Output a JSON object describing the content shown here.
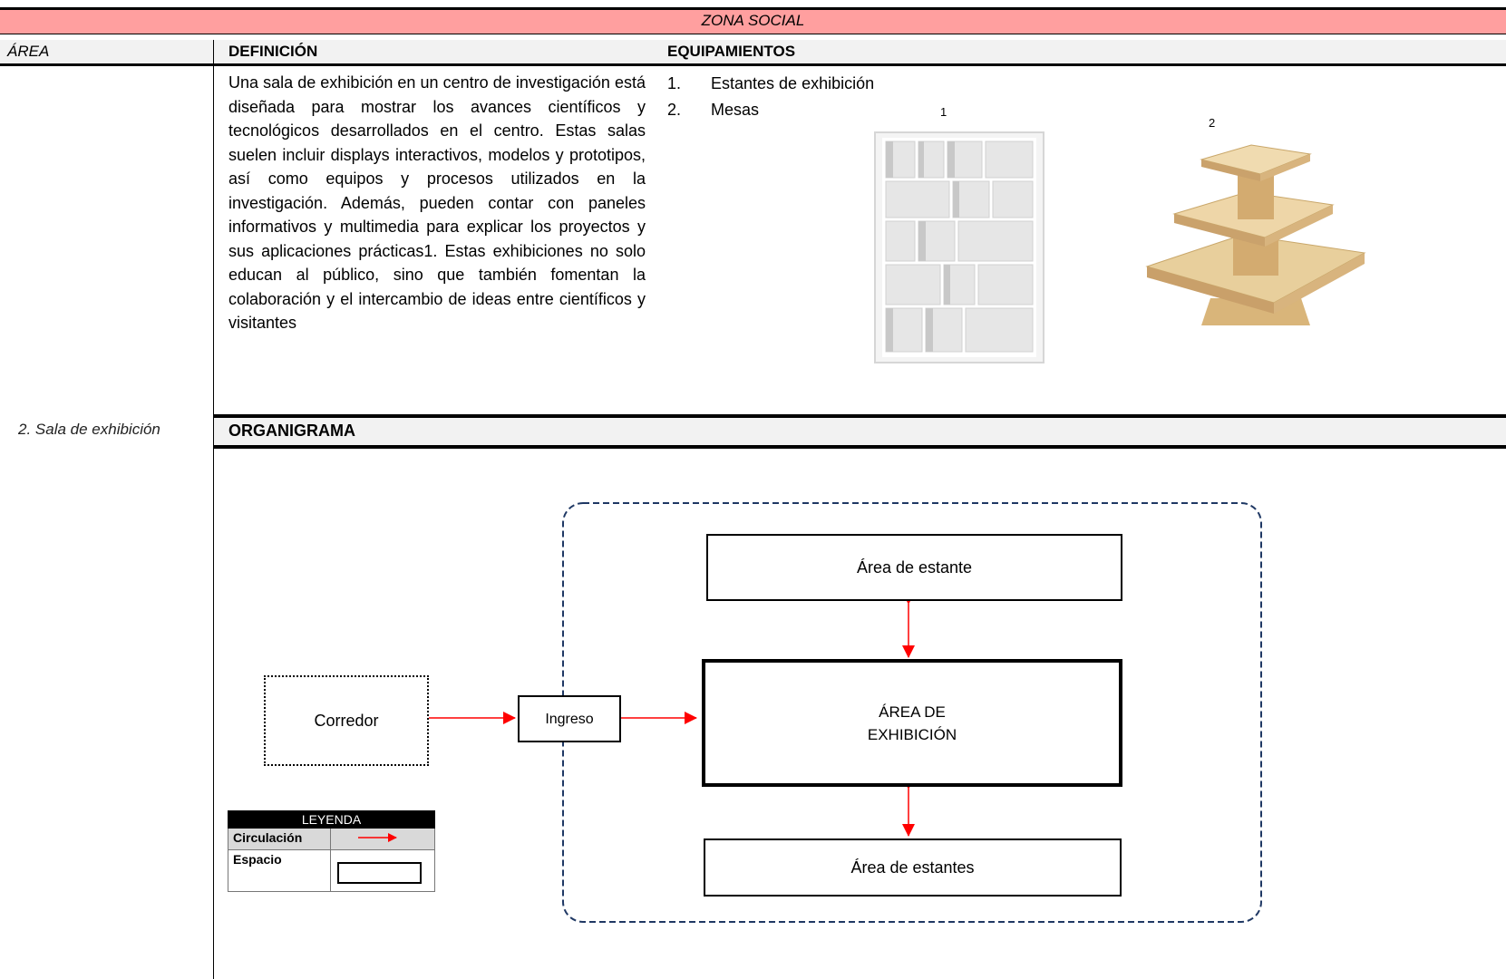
{
  "zone_title": "ZONA SOCIAL",
  "headers": {
    "area": "ÁREA",
    "definition": "DEFINICIÓN",
    "equipment": "EQUIPAMIENTOS"
  },
  "area_name": "2. Sala de exhibición",
  "definition_text": "Una sala de exhibición en un centro de investigación está diseñada para mostrar los avances científicos y tecnológicos desarrollados en el centro. Estas salas suelen incluir displays interactivos, modelos y prototipos, así como equipos y procesos utilizados en la investigación. Además, pueden contar con paneles informativos y multimedia para explicar los proyectos y sus aplicaciones prácticas1. Estas exhibiciones no solo educan al público, sino que también fomentan la colaboración y el intercambio de ideas entre científicos y visitantes",
  "equipment": [
    {
      "num": "1.",
      "label": "Estantes de exhibición"
    },
    {
      "num": "2.",
      "label": "Mesas"
    }
  ],
  "image_labels": {
    "shelf": "1",
    "table": "2"
  },
  "organigrama": {
    "title": "ORGANIGRAMA",
    "nodes": {
      "corredor": "Corredor",
      "ingreso": "Ingreso",
      "area_estante": "Área de estante",
      "area_exhibicion_1": "ÁREA DE",
      "area_exhibicion_2": "EXHIBICIÓN",
      "area_estantes": "Área de estantes"
    },
    "colors": {
      "arrow": "#ff0000",
      "dashed_border": "#1f3864"
    }
  },
  "legend": {
    "title": "LEYENDA",
    "circulacion": "Circulación",
    "espacio": "Espacio"
  }
}
